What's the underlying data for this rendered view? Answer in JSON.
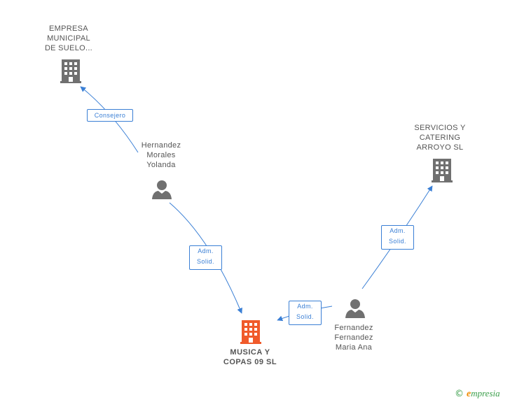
{
  "nodes": {
    "empresa_municipal": {
      "label": "EMPRESA\nMUNICIPAL\nDE SUELO..."
    },
    "hernandez": {
      "label": "Hernandez\nMorales\nYolanda"
    },
    "servicios": {
      "label": "SERVICIOS Y\nCATERING\nARROYO SL"
    },
    "musica": {
      "label": "MUSICA Y\nCOPAS 09 SL"
    },
    "fernandez": {
      "label": "Fernandez\nFernandez\nMaria Ana"
    }
  },
  "edges": {
    "consejero": {
      "label": "Consejero"
    },
    "adm_hernandez": {
      "label": "Adm.\nSolid."
    },
    "adm_servicios": {
      "label": "Adm.\nSolid."
    },
    "adm_fernandez": {
      "label": "Adm.\nSolid."
    }
  },
  "colors": {
    "company_icon": "#707070",
    "main_company_icon": "#f05a2a",
    "person_icon": "#707070",
    "edge": "#3a7fd5"
  },
  "brand": {
    "copyright": "©",
    "e_mark": "e",
    "word": "mpresia"
  }
}
